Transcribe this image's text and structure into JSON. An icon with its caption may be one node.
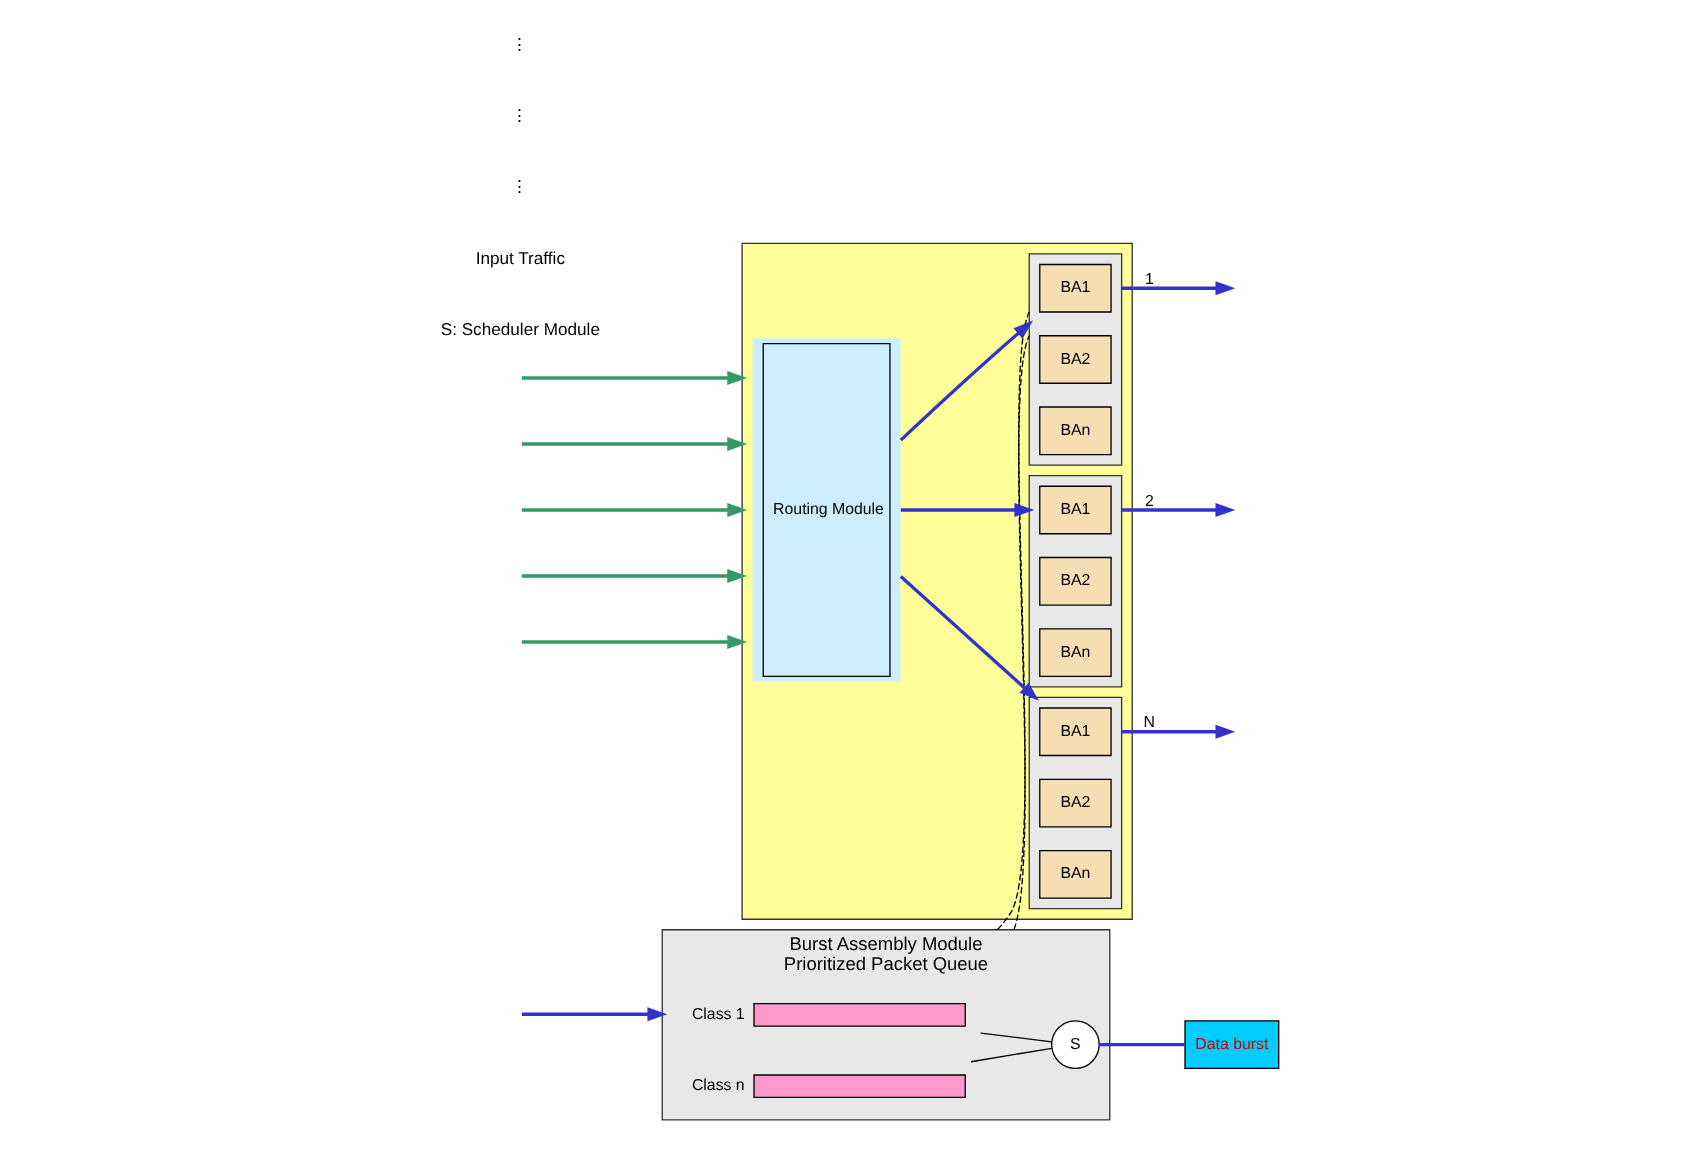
{
  "diagram": {
    "nodes": [
      {
        "text": [
          "Burst Assembly Module",
          "Prioritized Packet Queue"
        ]
      },
      {
        "text": [],
        "shape": "bar",
        "in": 0,
        "beside": [
          "Class 1"
        ]
      },
      {
        "text": [],
        "shape": "bar",
        "in": 0,
        "beside": [
          "Class n"
        ]
      },
      {
        "text": [
          "S"
        ],
        "in": 0
      },
      {
        "text": [
          "Data burst"
        ]
      },
      {
        "text": [],
        "shape": "box"
      },
      {
        "text": [
          "Routing Module"
        ],
        "in": 5
      },
      {
        "text": [],
        "shape": "box",
        "in": 5
      },
      {
        "text": [
          "BA1"
        ],
        "in": 7
      },
      {
        "text": [
          "BA2"
        ],
        "in": 7
      },
      {
        "text": [
          "BAn"
        ],
        "in": 7
      },
      {
        "text": [],
        "shape": "box",
        "in": 5
      },
      {
        "text": [
          "BA1"
        ],
        "in": 11
      },
      {
        "text": [
          "BA2"
        ],
        "in": 11
      },
      {
        "text": [
          "BAn"
        ],
        "in": 11
      },
      {
        "text": [],
        "shape": "box",
        "in": 5
      },
      {
        "text": [
          "BA1"
        ],
        "in": 15
      },
      {
        "text": [
          "BA2"
        ],
        "in": 15
      },
      {
        "text": [
          "BAn"
        ],
        "in": 15
      }
    ],
    "edges": [
      {
        "from": null,
        "to": 0,
        "arrow": "to"
      },
      {
        "from": 1,
        "to": 3,
        "arrow": "none",
        "color": "#000000"
      },
      {
        "from": 2,
        "to": 3,
        "arrow": "none",
        "color": "#000000"
      },
      {
        "from": 3,
        "to": 4,
        "arrow": "none"
      },
      {
        "from": 0,
        "to": 7,
        "arrow": "none",
        "style": "dashed",
        "color": "#000000"
      },
      {
        "from": 0,
        "to": 7,
        "arrow": "none",
        "style": "dashed",
        "color": "#000000"
      },
      {
        "from": null,
        "to": 5,
        "arrow": "to",
        "color": "#339966"
      },
      {
        "from": null,
        "to": 5,
        "arrow": "to",
        "color": "#339966"
      },
      {
        "from": null,
        "to": 5,
        "arrow": "to",
        "color": "#339966"
      },
      {
        "from": null,
        "to": 5,
        "arrow": "to",
        "color": "#339966"
      },
      {
        "from": null,
        "to": 5,
        "arrow": "to",
        "color": "#339966"
      },
      {
        "from": 6,
        "to": 7,
        "arrow": "to"
      },
      {
        "from": 6,
        "to": 11,
        "arrow": "to"
      },
      {
        "from": 6,
        "to": 15,
        "arrow": "to"
      },
      {
        "from": 7,
        "to": null,
        "arrow": "to",
        "label": "1"
      },
      {
        "from": 11,
        "to": null,
        "arrow": "to",
        "label": "2"
      },
      {
        "from": 15,
        "to": null,
        "arrow": "to",
        "label": "N"
      }
    ],
    "labels": [
      "S: Scheduler Module",
      "Input Traffic",
      "⋮",
      "⋮",
      "⋮"
    ]
  }
}
